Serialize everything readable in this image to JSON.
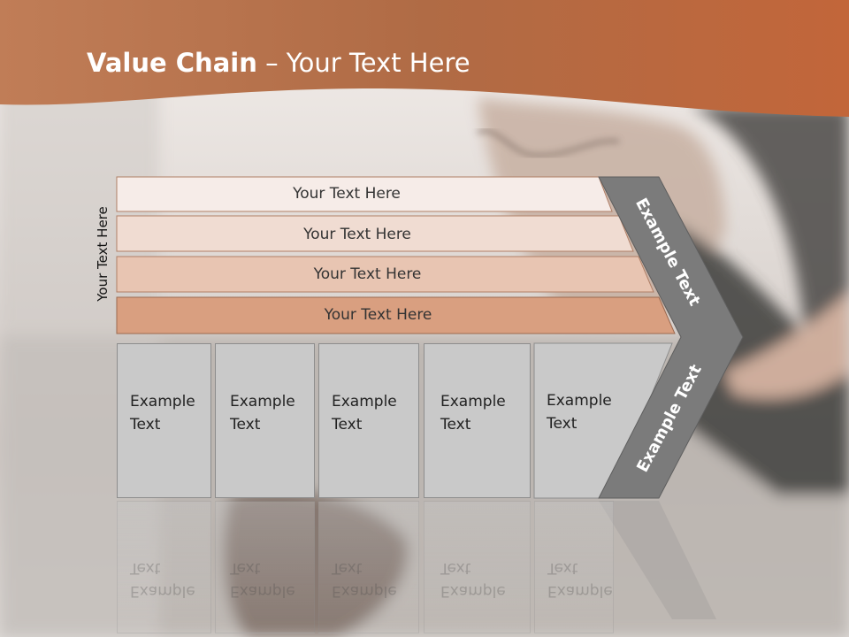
{
  "slide": {
    "title_bold": "Value Chain",
    "title_rest": " – Your Text Here",
    "side_label": "Your Text Here",
    "bands": [
      "Your Text Here",
      "Your Text Here",
      "Your Text Here",
      "Your Text Here"
    ],
    "columns": [
      {
        "line1": "Example",
        "line2": "Text"
      },
      {
        "line1": "Example",
        "line2": "Text"
      },
      {
        "line1": "Example",
        "line2": "Text"
      },
      {
        "line1": "Example",
        "line2": "Text"
      },
      {
        "line1": "Example",
        "line2": "Text"
      }
    ],
    "chevron_top": "Example Text",
    "chevron_bottom": "Example Text"
  },
  "colors": {
    "header": "#b5653a",
    "band1": "#f6ece8",
    "band2": "#f0dcd2",
    "band3": "#e8c5b2",
    "band4": "#d99f80",
    "chevron": "#7b7b7b"
  }
}
